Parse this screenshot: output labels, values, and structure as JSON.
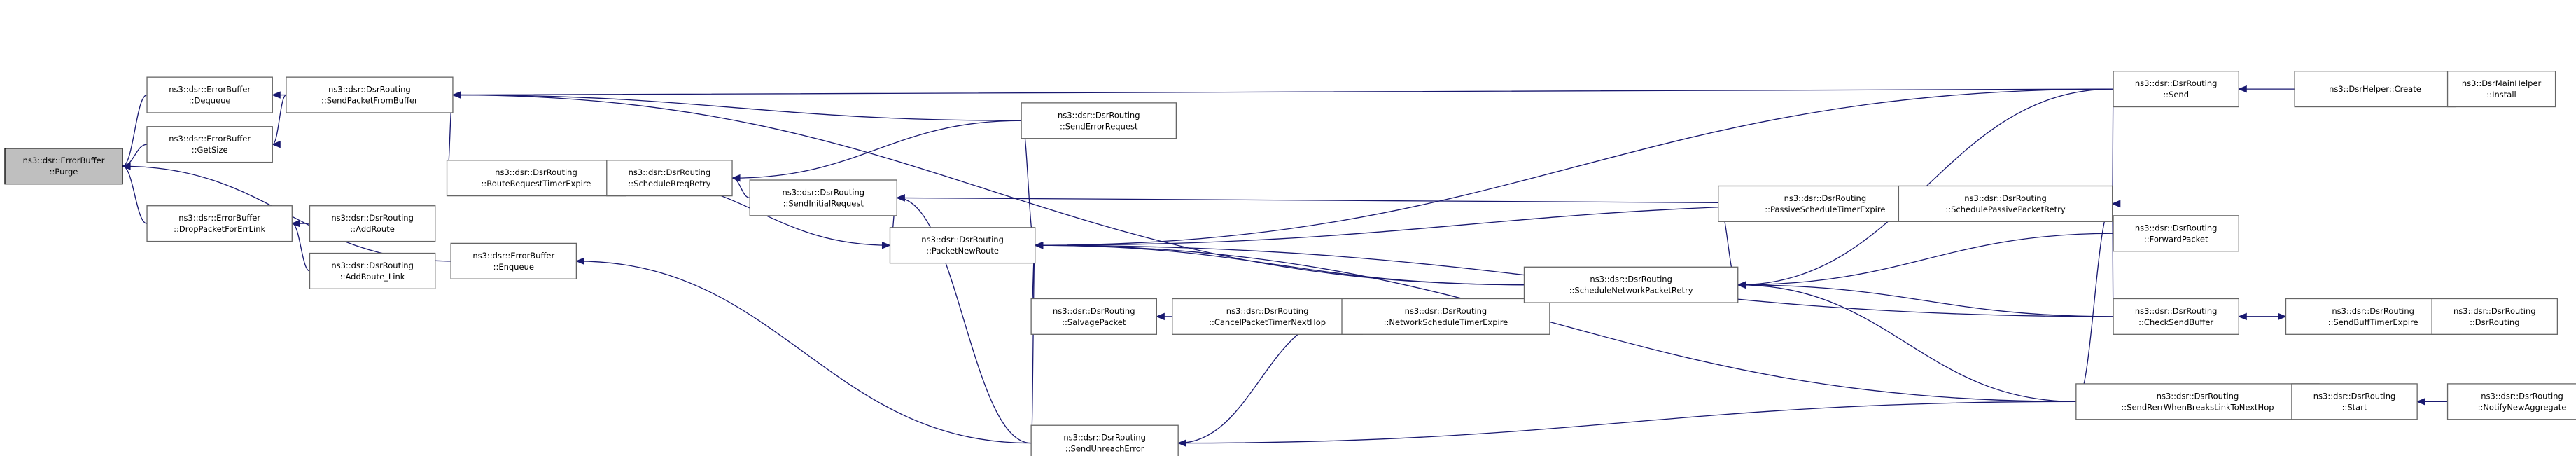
{
  "diagram": {
    "nodes": [
      {
        "id": "purge",
        "lines": [
          "ns3::dsr::ErrorBuffer",
          "::Purge"
        ],
        "root": true
      },
      {
        "id": "dequeue",
        "lines": [
          "ns3::dsr::ErrorBuffer",
          "::Dequeue"
        ]
      },
      {
        "id": "getsize",
        "lines": [
          "ns3::dsr::ErrorBuffer",
          "::GetSize"
        ]
      },
      {
        "id": "dropfor",
        "lines": [
          "ns3::dsr::ErrorBuffer",
          "::DropPacketForErrLink"
        ]
      },
      {
        "id": "enqueue",
        "lines": [
          "ns3::dsr::ErrorBuffer",
          "::Enqueue"
        ]
      },
      {
        "id": "sendpfb",
        "lines": [
          "ns3::dsr::DsrRouting",
          "::SendPacketFromBuffer"
        ]
      },
      {
        "id": "addroute",
        "lines": [
          "ns3::dsr::DsrRouting",
          "::AddRoute"
        ]
      },
      {
        "id": "addroutelink",
        "lines": [
          "ns3::dsr::DsrRouting",
          "::AddRoute_Link"
        ]
      },
      {
        "id": "rrtexp",
        "lines": [
          "ns3::dsr::DsrRouting",
          "::RouteRequestTimerExpire"
        ]
      },
      {
        "id": "schedrreq",
        "lines": [
          "ns3::dsr::DsrRouting",
          "::ScheduleRreqRetry"
        ]
      },
      {
        "id": "sendinit",
        "lines": [
          "ns3::dsr::DsrRouting",
          "::SendInitialRequest"
        ]
      },
      {
        "id": "senderrreq",
        "lines": [
          "ns3::dsr::DsrRouting",
          "::SendErrorRequest"
        ]
      },
      {
        "id": "pktnew",
        "lines": [
          "ns3::dsr::DsrRouting",
          "::PacketNewRoute"
        ]
      },
      {
        "id": "salvage",
        "lines": [
          "ns3::dsr::DsrRouting",
          "::SalvagePacket"
        ]
      },
      {
        "id": "sendunreach",
        "lines": [
          "ns3::dsr::DsrRouting",
          "::SendUnreachError"
        ]
      },
      {
        "id": "cancelpkt",
        "lines": [
          "ns3::dsr::DsrRouting",
          "::CancelPacketTimerNextHop"
        ]
      },
      {
        "id": "netsched",
        "lines": [
          "ns3::dsr::DsrRouting",
          "::NetworkScheduleTimerExpire"
        ]
      },
      {
        "id": "schednet",
        "lines": [
          "ns3::dsr::DsrRouting",
          "::ScheduleNetworkPacketRetry"
        ]
      },
      {
        "id": "passivest",
        "lines": [
          "ns3::dsr::DsrRouting",
          "::PassiveScheduleTimerExpire"
        ]
      },
      {
        "id": "schedpass",
        "lines": [
          "ns3::dsr::DsrRouting",
          "::SchedulePassivePacketRetry"
        ]
      },
      {
        "id": "send",
        "lines": [
          "ns3::dsr::DsrRouting",
          "::Send"
        ]
      },
      {
        "id": "forward",
        "lines": [
          "ns3::dsr::DsrRouting",
          "::ForwardPacket"
        ]
      },
      {
        "id": "checksend",
        "lines": [
          "ns3::dsr::DsrRouting",
          "::CheckSendBuffer"
        ]
      },
      {
        "id": "sendrerr",
        "lines": [
          "ns3::dsr::DsrRouting",
          "::SendRerrWhenBreaksLinkToNextHop"
        ]
      },
      {
        "id": "helpercreate",
        "lines": [
          "ns3::DsrHelper::Create"
        ]
      },
      {
        "id": "mainhelper",
        "lines": [
          "ns3::DsrMainHelper",
          "::Install"
        ]
      },
      {
        "id": "sendbuff",
        "lines": [
          "ns3::dsr::DsrRouting",
          "::SendBuffTimerExpire"
        ]
      },
      {
        "id": "dsrrouting",
        "lines": [
          "ns3::dsr::DsrRouting",
          "::DsrRouting"
        ]
      },
      {
        "id": "start",
        "lines": [
          "ns3::dsr::DsrRouting",
          "::Start"
        ]
      },
      {
        "id": "notify",
        "lines": [
          "ns3::dsr::DsrRouting",
          "::NotifyNewAggregate"
        ]
      }
    ]
  }
}
